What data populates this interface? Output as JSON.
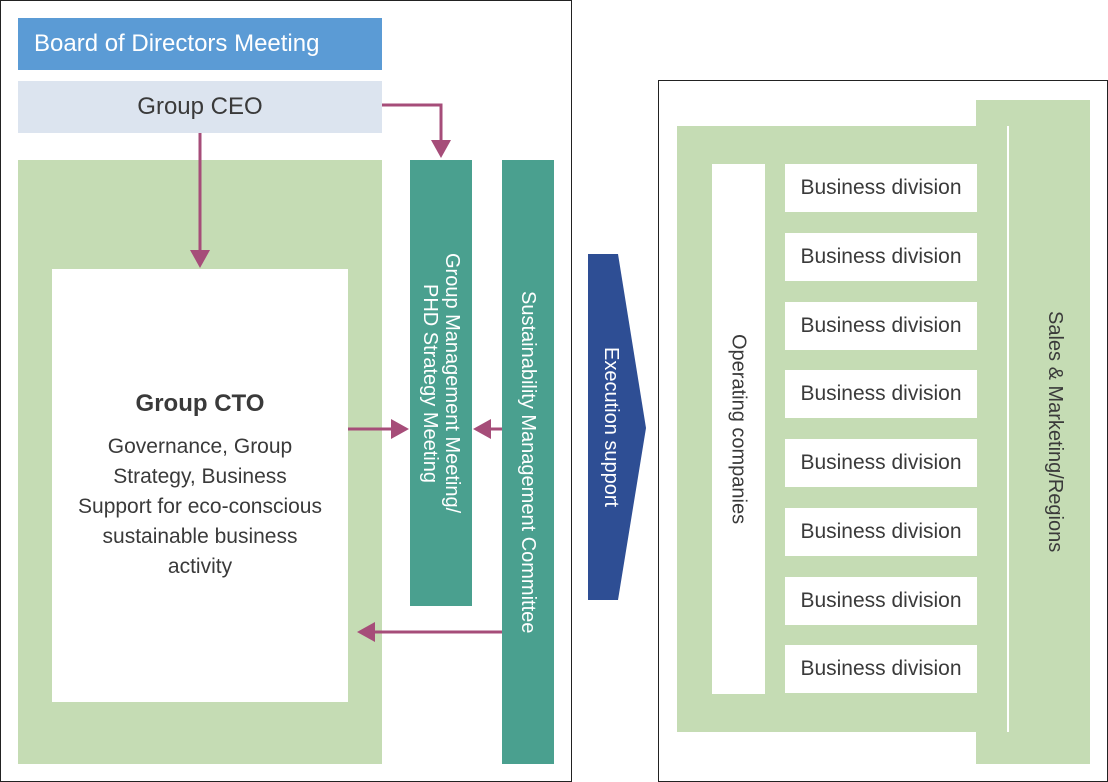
{
  "left": {
    "board_label": "Board of Directors Meeting",
    "ceo_label": "Group CEO",
    "cto_title": "Group CTO",
    "cto_description": "Governance, Group Strategy, Business Support for eco-conscious sustainable business activity",
    "gm_meeting_label": "Group Management Meeting/\nPHD Strategy Meeting",
    "sustainability_label": "Sustainability Management Committee"
  },
  "middle": {
    "execution_label": "Execution support"
  },
  "right": {
    "operating_label": "Operating companies",
    "sales_label": "Sales & Marketing/Regions",
    "business_divisions": [
      "Business division",
      "Business division",
      "Business division",
      "Business division",
      "Business division",
      "Business division",
      "Business division",
      "Business division"
    ]
  },
  "colors": {
    "board_blue": "#5b9bd5",
    "ceo_bg": "#dce4ef",
    "green": "#c5dcb4",
    "teal": "#4aa08f",
    "arrow_magenta": "#a64d79",
    "execution_navy": "#2e4e94"
  }
}
